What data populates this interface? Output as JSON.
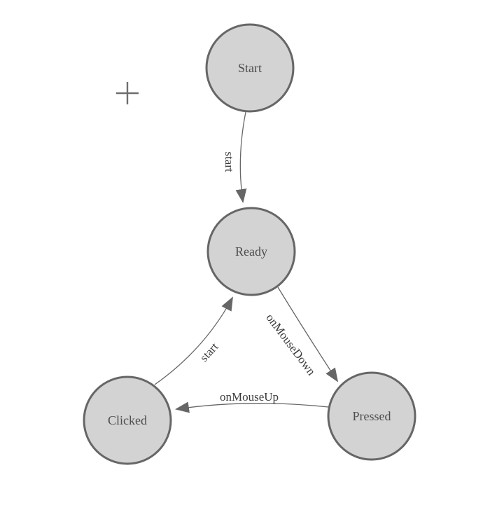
{
  "diagram": {
    "type": "state-machine",
    "nodes": [
      {
        "id": "start",
        "label": "Start"
      },
      {
        "id": "ready",
        "label": "Ready"
      },
      {
        "id": "clicked",
        "label": "Clicked"
      },
      {
        "id": "pressed",
        "label": "Pressed"
      }
    ],
    "edges": [
      {
        "from": "Start",
        "to": "Ready",
        "label": "start"
      },
      {
        "from": "Clicked",
        "to": "Ready",
        "label": "start"
      },
      {
        "from": "Ready",
        "to": "Pressed",
        "label": "onMouseDown"
      },
      {
        "from": "Pressed",
        "to": "Clicked",
        "label": "onMouseUp"
      }
    ]
  },
  "colors": {
    "node_fill": "#d3d3d3",
    "node_stroke": "#666666",
    "edge": "#666666",
    "node_text": "#4d4d4d",
    "edge_text": "#3b3b3b",
    "crosshair": "#6e6e6e",
    "background": "#ffffff"
  }
}
